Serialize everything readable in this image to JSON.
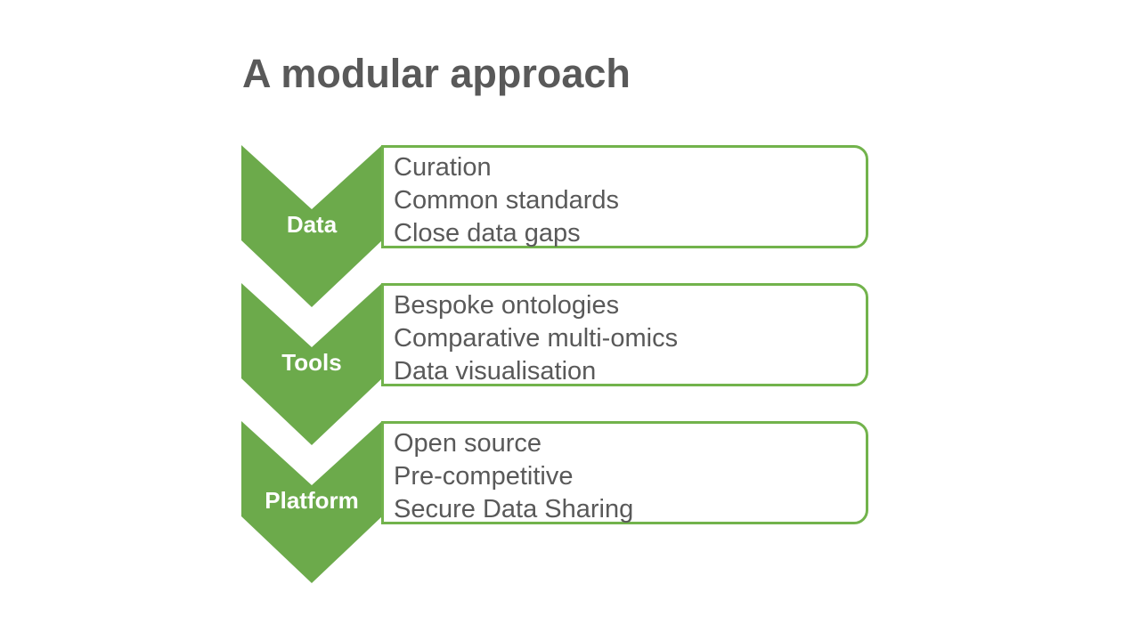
{
  "slide": {
    "title": "A modular approach"
  },
  "colors": {
    "chevron_green": "#6caa4b",
    "box_border_green": "#72b34c",
    "text_gray": "#595959",
    "label_white": "#ffffff",
    "background": "#ffffff"
  },
  "rows": [
    {
      "label": "Data",
      "items": [
        "Curation",
        "Common standards",
        "Close data gaps"
      ]
    },
    {
      "label": "Tools",
      "items": [
        "Bespoke ontologies",
        "Comparative multi-omics",
        "Data visualisation"
      ]
    },
    {
      "label": "Platform",
      "items": [
        "Open source",
        "Pre-competitive",
        "Secure Data Sharing"
      ]
    }
  ]
}
